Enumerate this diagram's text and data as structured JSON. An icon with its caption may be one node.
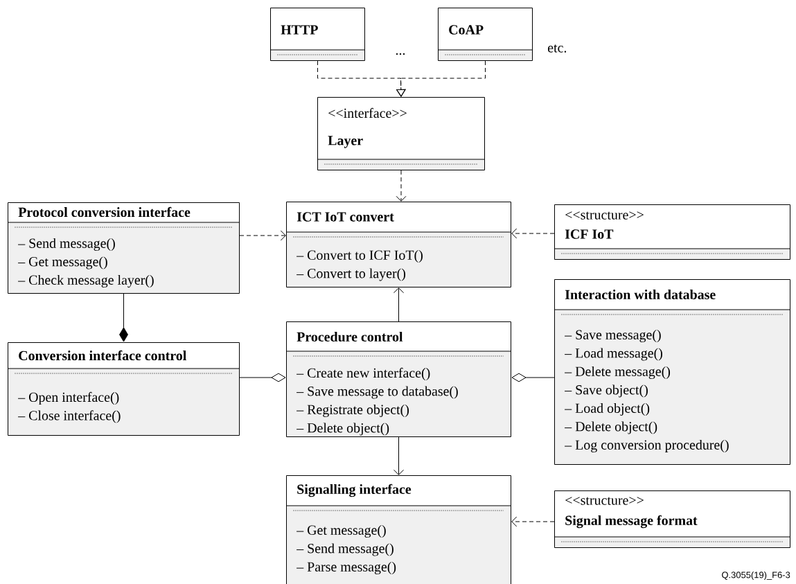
{
  "diagram": {
    "nodes": [
      {
        "text": [
          "HTTP"
        ]
      },
      {
        "text": [
          "CoAP"
        ]
      },
      {
        "text": [
          "<<interface>>",
          "Layer"
        ]
      },
      {
        "text": [
          "Protocol conversion interface",
          "– Send message()",
          "– Get message()",
          "– Check message layer()"
        ]
      },
      {
        "text": [
          "ICT IoT convert",
          "– Convert to ICF IoT()",
          "– Convert to layer()"
        ]
      },
      {
        "text": [
          "<<structure>>",
          "ICF IoT"
        ]
      },
      {
        "text": [
          "Conversion interface control",
          "– Open interface()",
          "– Close interface()"
        ]
      },
      {
        "text": [
          "Procedure control",
          "– Create new interface()",
          "– Save message to database()",
          "– Registrate object()",
          "– Delete object()"
        ]
      },
      {
        "text": [
          "Interaction with database",
          "– Save message()",
          "– Load message()",
          "– Delete message()",
          "– Save object()",
          "– Load object()",
          "– Delete object()",
          "– Log conversion procedure()"
        ]
      },
      {
        "text": [
          "Signalling interface",
          "– Get message()",
          "– Send message()",
          "– Parse message()"
        ]
      },
      {
        "text": [
          "<<structure>>",
          "Signal message format"
        ]
      }
    ],
    "edges": [
      {
        "from": 0,
        "to": 2,
        "arrow": "to",
        "style": "dashed"
      },
      {
        "from": 1,
        "to": 2,
        "arrow": "to",
        "style": "dashed"
      },
      {
        "from": 2,
        "to": 4,
        "arrow": "to",
        "style": "dashed"
      },
      {
        "from": 3,
        "to": 4,
        "arrow": "to",
        "style": "dashed"
      },
      {
        "from": 5,
        "to": 4,
        "arrow": "to",
        "style": "dashed"
      },
      {
        "from": 7,
        "to": 4,
        "arrow": "to"
      },
      {
        "from": 3,
        "to": 6,
        "arrow": "other"
      },
      {
        "from": 6,
        "to": 7,
        "arrow": "other"
      },
      {
        "from": 8,
        "to": 7,
        "arrow": "other"
      },
      {
        "from": 7,
        "to": 9,
        "arrow": "to"
      },
      {
        "from": 10,
        "to": 9,
        "arrow": "to",
        "style": "dashed"
      }
    ],
    "labels": [
      "...",
      "etc.",
      "Q.3055(19)_F6-3"
    ]
  }
}
